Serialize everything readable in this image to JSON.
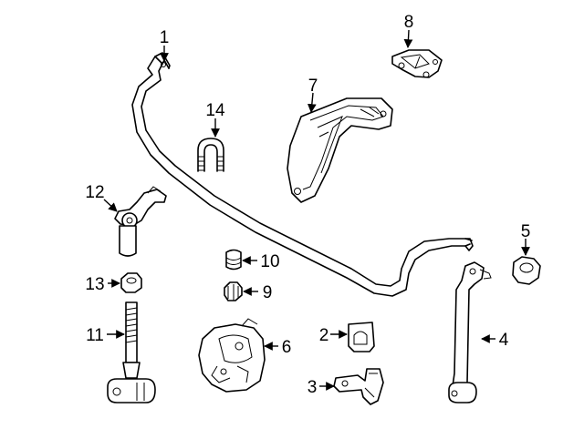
{
  "diagram": {
    "callouts": [
      {
        "id": "1",
        "label": "1"
      },
      {
        "id": "2",
        "label": "2"
      },
      {
        "id": "3",
        "label": "3"
      },
      {
        "id": "4",
        "label": "4"
      },
      {
        "id": "5",
        "label": "5"
      },
      {
        "id": "6",
        "label": "6"
      },
      {
        "id": "7",
        "label": "7"
      },
      {
        "id": "8",
        "label": "8"
      },
      {
        "id": "9",
        "label": "9"
      },
      {
        "id": "10",
        "label": "10"
      },
      {
        "id": "11",
        "label": "11"
      },
      {
        "id": "12",
        "label": "12"
      },
      {
        "id": "13",
        "label": "13"
      },
      {
        "id": "14",
        "label": "14"
      }
    ],
    "colors": {
      "line": "#000000",
      "background": "#ffffff"
    }
  }
}
